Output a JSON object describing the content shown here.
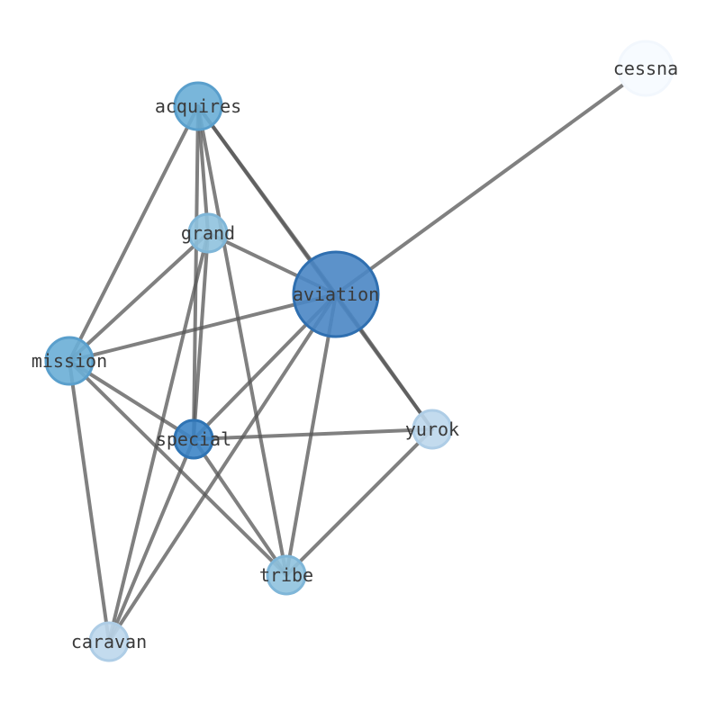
{
  "nodes": [
    {
      "id": "cessna",
      "label": "cessna",
      "fill": "#f7fbff",
      "stroke": "#f2f7fd"
    },
    {
      "id": "acquires",
      "label": "acquires",
      "fill": "#6aaed6",
      "stroke": "#5a9fcc"
    },
    {
      "id": "grand",
      "label": "grand",
      "fill": "#8fc2de",
      "stroke": "#7fb6d8"
    },
    {
      "id": "aviation",
      "label": "aviation",
      "fill": "#4a86c4",
      "stroke": "#2f6fb0"
    },
    {
      "id": "mission",
      "label": "mission",
      "fill": "#6aaed6",
      "stroke": "#5a9fcc"
    },
    {
      "id": "special",
      "label": "special",
      "fill": "#3d85c6",
      "stroke": "#2f74b4"
    },
    {
      "id": "yurok",
      "label": "yurok",
      "fill": "#bdd7ec",
      "stroke": "#aecde6"
    },
    {
      "id": "tribe",
      "label": "tribe",
      "fill": "#8fc2de",
      "stroke": "#7fb6d8"
    },
    {
      "id": "caravan",
      "label": "caravan",
      "fill": "#bdd7ec",
      "stroke": "#aecde6"
    }
  ],
  "edges": [
    [
      "aviation",
      "cessna"
    ],
    [
      "acquires",
      "grand"
    ],
    [
      "acquires",
      "aviation"
    ],
    [
      "acquires",
      "mission"
    ],
    [
      "acquires",
      "special"
    ],
    [
      "acquires",
      "tribe"
    ],
    [
      "acquires",
      "yurok"
    ],
    [
      "grand",
      "aviation"
    ],
    [
      "grand",
      "mission"
    ],
    [
      "grand",
      "special"
    ],
    [
      "grand",
      "caravan"
    ],
    [
      "aviation",
      "mission"
    ],
    [
      "aviation",
      "special"
    ],
    [
      "aviation",
      "yurok"
    ],
    [
      "aviation",
      "tribe"
    ],
    [
      "aviation",
      "caravan"
    ],
    [
      "mission",
      "special"
    ],
    [
      "mission",
      "tribe"
    ],
    [
      "mission",
      "caravan"
    ],
    [
      "special",
      "yurok"
    ],
    [
      "special",
      "tribe"
    ],
    [
      "special",
      "caravan"
    ],
    [
      "yurok",
      "tribe"
    ]
  ]
}
